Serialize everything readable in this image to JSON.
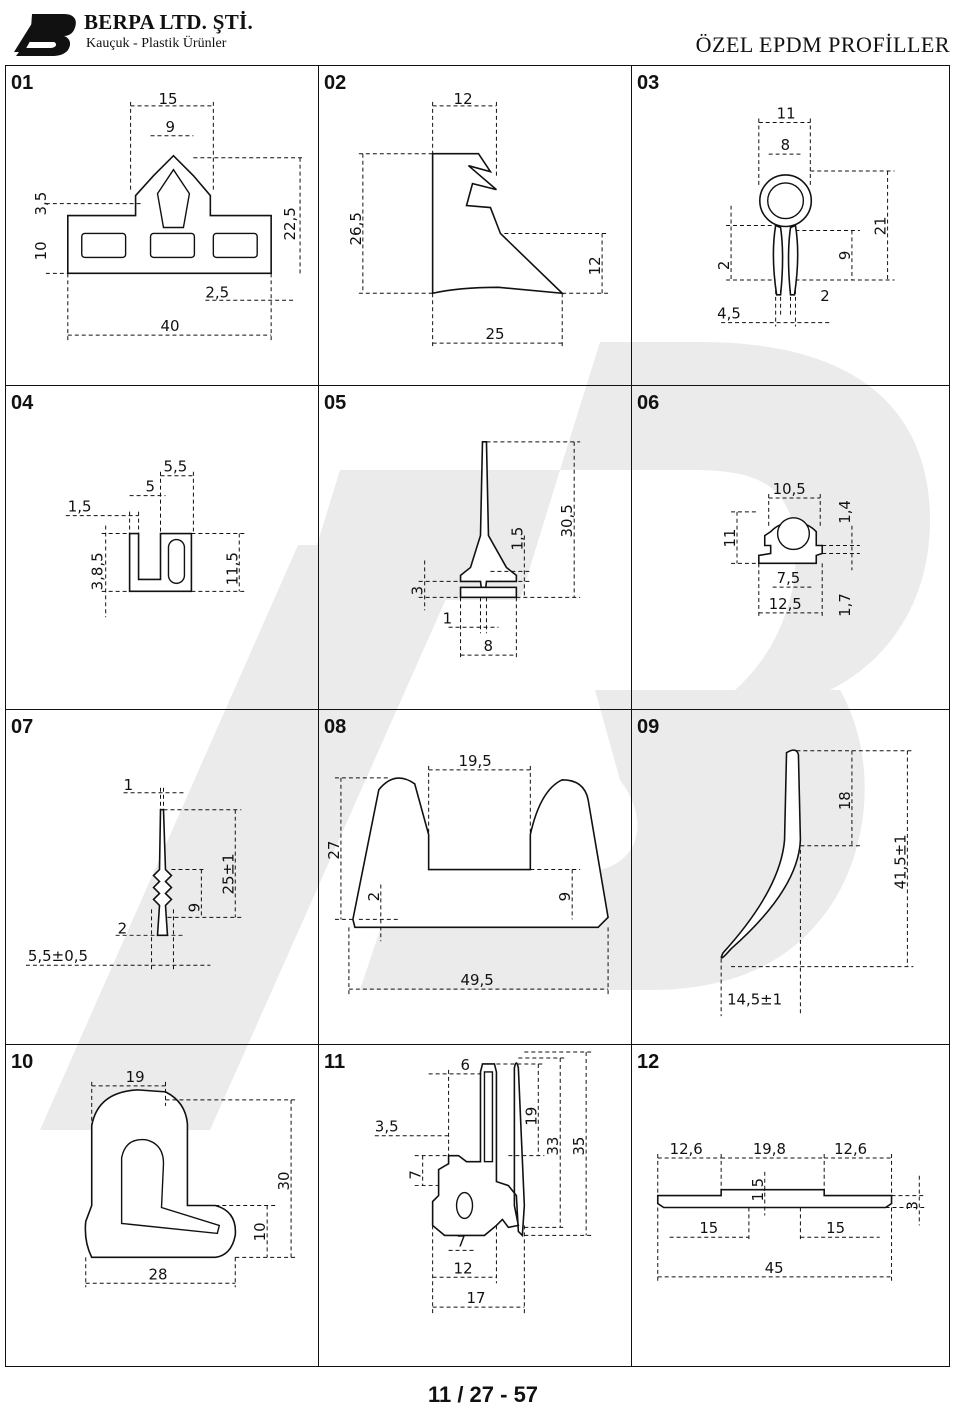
{
  "header": {
    "brand": "BERPA LTD. ŞTİ.",
    "tagline": "Kauçuk - Plastik Ürünler",
    "title": "ÖZEL EPDM PROFİLLER"
  },
  "profiles": [
    {
      "number": "01",
      "dims": [
        "15",
        "9",
        "3,5",
        "10",
        "22,5",
        "2,5",
        "40"
      ]
    },
    {
      "number": "02",
      "dims": [
        "12",
        "26,5",
        "12",
        "25"
      ]
    },
    {
      "number": "03",
      "dims": [
        "11",
        "8",
        "21",
        "2",
        "9",
        "2",
        "4,5"
      ]
    },
    {
      "number": "04",
      "dims": [
        "5,5",
        "5",
        "1,5",
        "3,8,5",
        "11,5"
      ]
    },
    {
      "number": "05",
      "dims": [
        "30,5",
        "1,5",
        "3",
        "1",
        "8"
      ]
    },
    {
      "number": "06",
      "dims": [
        "10,5",
        "1,4",
        "11",
        "7,5",
        "12,5",
        "1,7"
      ]
    },
    {
      "number": "07",
      "dims": [
        "1",
        "25±1",
        "9",
        "2",
        "5,5±0,5"
      ]
    },
    {
      "number": "08",
      "dims": [
        "19,5",
        "27",
        "2",
        "9",
        "49,5"
      ]
    },
    {
      "number": "09",
      "dims": [
        "18",
        "41,5±1",
        "14,5±1"
      ]
    },
    {
      "number": "10",
      "dims": [
        "19",
        "30",
        "10",
        "28"
      ]
    },
    {
      "number": "11",
      "dims": [
        "6",
        "3,5",
        "7",
        "19",
        "33",
        "35",
        "7",
        "12",
        "17"
      ]
    },
    {
      "number": "12",
      "dims": [
        "12,6",
        "19,8",
        "12,6",
        "1,5",
        "3",
        "15",
        "15",
        "45"
      ]
    }
  ],
  "footer": {
    "page": "11 / 27 - 57"
  },
  "colors": {
    "watermark": "#e9e9e9",
    "line": "#111111"
  }
}
